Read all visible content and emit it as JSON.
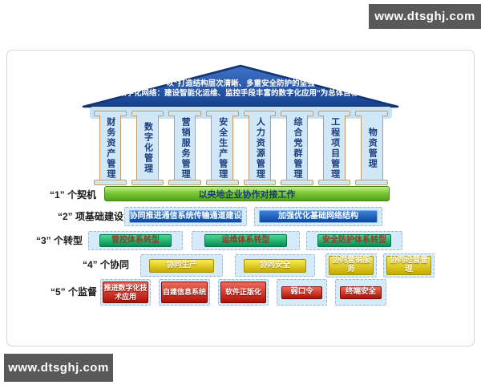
{
  "watermark": {
    "text": "www.dtsghj.com"
  },
  "roof": {
    "line1": "以“打造结构层次清晰、多重安全防护的坚强",
    "line2": "数字化网络：建设智能化运维、监控手段丰富的数字化应用”为总体目标”"
  },
  "pillars": [
    "财务资产管理",
    "数字化管理",
    "营销服务管理",
    "安全生产管理",
    "人力资源管理",
    "综合党群管理",
    "工程项目管理",
    "物资管理"
  ],
  "rows": [
    {
      "label": "“1” 个契机",
      "items": [
        "以央地企业协作对接工作"
      ]
    },
    {
      "label": "“2” 项基础建设",
      "items": [
        "协同推进通信系统传输通道建设",
        "加强优化基础网络结构"
      ]
    },
    {
      "label": "“3” 个转型",
      "items": [
        "管控体系转型",
        "运维体系转型",
        "安全防护体系转型"
      ]
    },
    {
      "label": "“4” 个协同",
      "items": [
        "协同生产",
        "协同安全",
        "协同营销服务",
        "协同经营管理"
      ]
    },
    {
      "label": "“5” 个监督",
      "items": [
        "推进数字化技术应用",
        "自建信息系统",
        "软件正版化",
        "弱口令",
        "终端安全"
      ]
    }
  ],
  "colors": {
    "roof_fill_top": "#3d74c8",
    "roof_fill_bottom": "#16418f",
    "pillar_fill": "#cfe7f7",
    "pillar_border": "#c89a66",
    "green_bar": "#7cc836",
    "blue_pill": "#0d47a1",
    "green_pill": "#00914f",
    "yellow_pill": "#e0c800",
    "red_pill": "#c02010",
    "banner_bg": "#595959"
  }
}
